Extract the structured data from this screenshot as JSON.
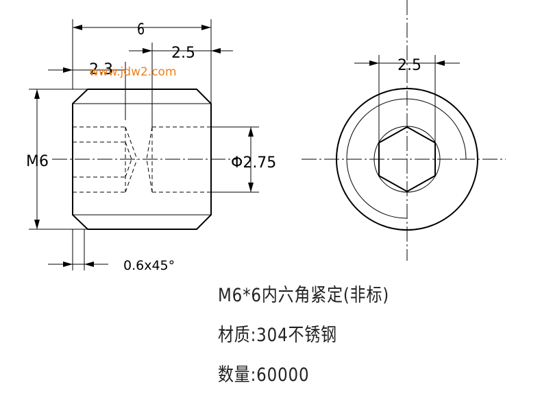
{
  "watermark": "www.jdw2.com",
  "dimensions": {
    "overall_length": "6",
    "socket_depth": "2.5",
    "chamfer_offset": "2.3",
    "thread": "M6",
    "socket_diameter": "Φ2.75",
    "chamfer": "0.6x45°",
    "hex_size": "2.5"
  },
  "title": {
    "line1": "M6*6内六角紧定(非标)",
    "line2": "材质:304不锈钢",
    "line3": "数量:60000"
  }
}
